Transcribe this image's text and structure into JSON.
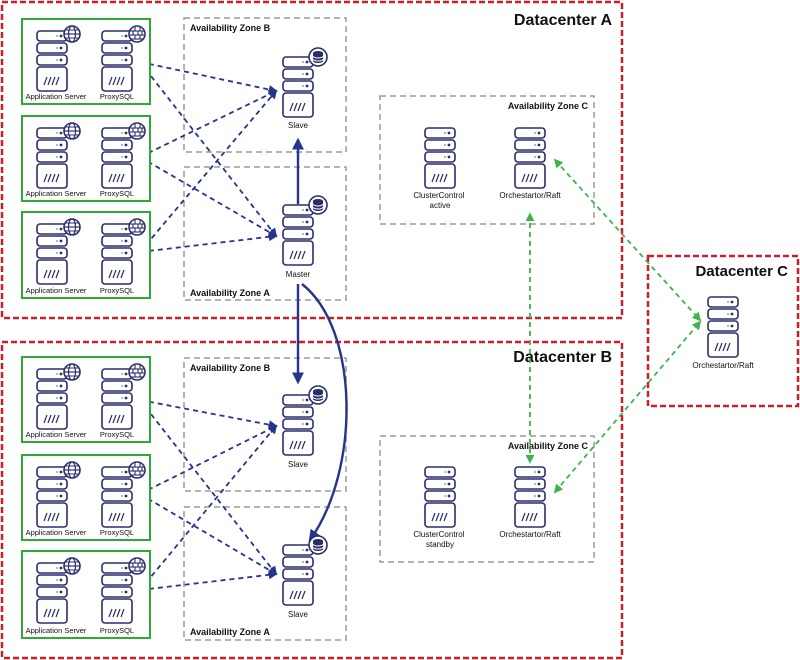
{
  "datacenters": [
    {
      "id": "dc-a",
      "title": "Datacenter A"
    },
    {
      "id": "dc-b",
      "title": "Datacenter B"
    },
    {
      "id": "dc-c",
      "title": "Datacenter C"
    }
  ],
  "zones": [
    {
      "id": "dca-zone-b",
      "title": "Availability Zone B"
    },
    {
      "id": "dca-zone-a",
      "title": "Availability Zone A"
    },
    {
      "id": "dca-zone-c",
      "title": "Availability Zone C"
    },
    {
      "id": "dcb-zone-b",
      "title": "Availability Zone B"
    },
    {
      "id": "dcb-zone-a",
      "title": "Availability Zone A"
    },
    {
      "id": "dcb-zone-c",
      "title": "Availability Zone C"
    }
  ],
  "app_groups": [
    {
      "id": "dca-app-1",
      "app_label": "Application Server",
      "proxy_label": "ProxySQL"
    },
    {
      "id": "dca-app-2",
      "app_label": "Application Server",
      "proxy_label": "ProxySQL"
    },
    {
      "id": "dca-app-3",
      "app_label": "Application Server",
      "proxy_label": "ProxySQL"
    },
    {
      "id": "dcb-app-1",
      "app_label": "Application Server",
      "proxy_label": "ProxySQL"
    },
    {
      "id": "dcb-app-2",
      "app_label": "Application Server",
      "proxy_label": "ProxySQL"
    },
    {
      "id": "dcb-app-3",
      "app_label": "Application Server",
      "proxy_label": "ProxySQL"
    }
  ],
  "db_nodes": [
    {
      "id": "dca-slave",
      "label": "Slave"
    },
    {
      "id": "dca-master",
      "label": "Master"
    },
    {
      "id": "dcb-slave-1",
      "label": "Slave"
    },
    {
      "id": "dcb-slave-2",
      "label": "Slave"
    }
  ],
  "control_nodes": [
    {
      "id": "dca-cc",
      "label_lines": [
        "ClusterControl",
        "active"
      ]
    },
    {
      "id": "dca-orch",
      "label_lines": [
        "Orchestartor/Raft"
      ]
    },
    {
      "id": "dcb-cc",
      "label_lines": [
        "ClusterControl",
        "standby"
      ]
    },
    {
      "id": "dcb-orch",
      "label_lines": [
        "Orchestartor/Raft"
      ]
    },
    {
      "id": "dcc-orch",
      "label_lines": [
        "Orchestartor/Raft"
      ]
    }
  ],
  "icons": {
    "app": "globe-icon",
    "proxy": "brick-wall-icon",
    "db": "database-icon",
    "server": "server-rack-icon"
  },
  "colors": {
    "datacenter_border": "#c8202a",
    "zone_border": "#9a9a9a",
    "app_group_border": "#2ea836",
    "server_stroke": "#2a2f6b",
    "link_blue": "#27348b",
    "raft_green": "#3cb54a",
    "text": "#111111"
  }
}
